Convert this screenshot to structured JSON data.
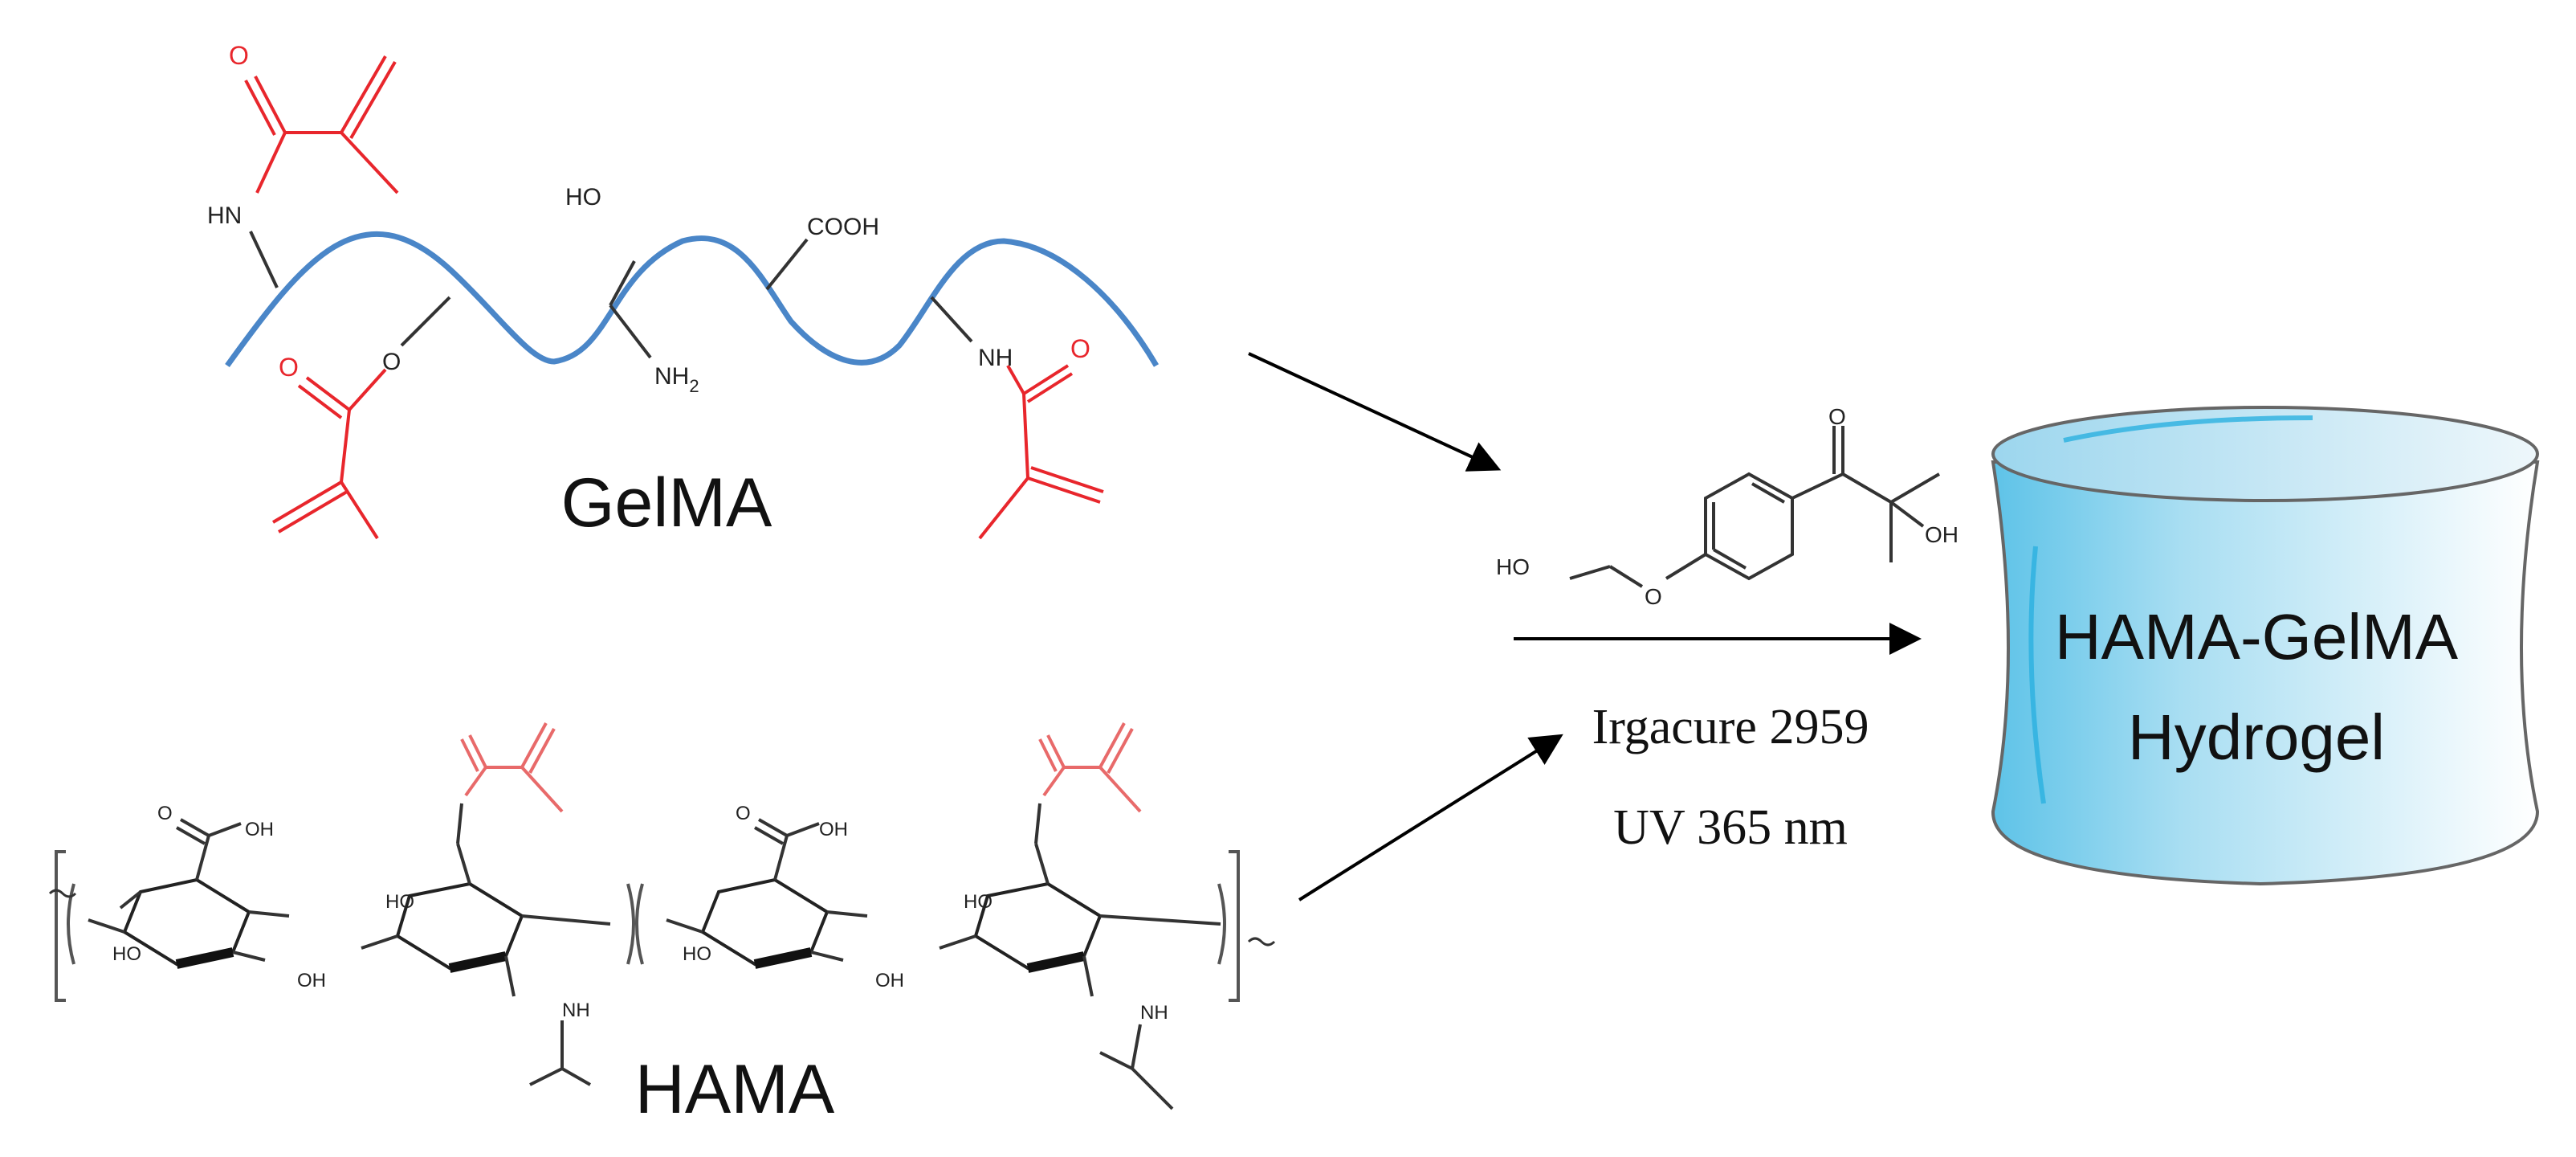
{
  "colors": {
    "backbone": "#4a86c8",
    "methacrylate": "#e8262c",
    "bond": "#333333",
    "hama_red": "#e86a6a",
    "cylinder_top": "#d8ecf6",
    "cylinder_side_left": "#5ec3e8",
    "cylinder_side_right": "#ffffff",
    "text": "#111111"
  },
  "gelma": {
    "name": "GelMA",
    "labels": {
      "nh_left": "HN",
      "ho": "HO",
      "cooh": "COOH",
      "nh2": "NH",
      "nh2_sub": "2",
      "o_ester": "O",
      "nh_right": "NH",
      "o_top": "O",
      "o_left": "O",
      "o_right": "O"
    }
  },
  "hama": {
    "name": "HAMA",
    "labels": {
      "oh": "OH",
      "ho": "HO",
      "o": "O",
      "nh": "NH"
    }
  },
  "photoinitiator": {
    "labels": {
      "ho": "HO",
      "o": "O",
      "oh": "OH"
    },
    "name": "Irgacure 2959",
    "condition": "UV 365 nm"
  },
  "product": {
    "line1": "HAMA-GelMA",
    "line2": "Hydrogel"
  }
}
